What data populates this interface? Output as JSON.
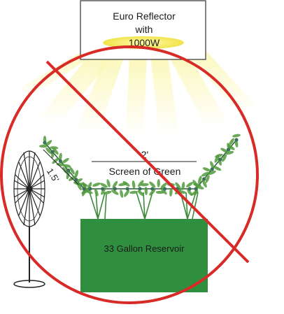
{
  "reflector": {
    "line1": "Euro Reflector",
    "line2": "with",
    "line3": "1000W"
  },
  "measurements": {
    "width": "2'",
    "screen": "Screen of Green",
    "height": "1.5'"
  },
  "reservoir": {
    "label": "33 Gallon Reservoir"
  },
  "colors": {
    "prohibition": "#d82a26",
    "reservoir": "#2f8f3f",
    "light": "#f6f08a",
    "foliage": "#4f9a3a",
    "bud": "#3d6f5a"
  }
}
